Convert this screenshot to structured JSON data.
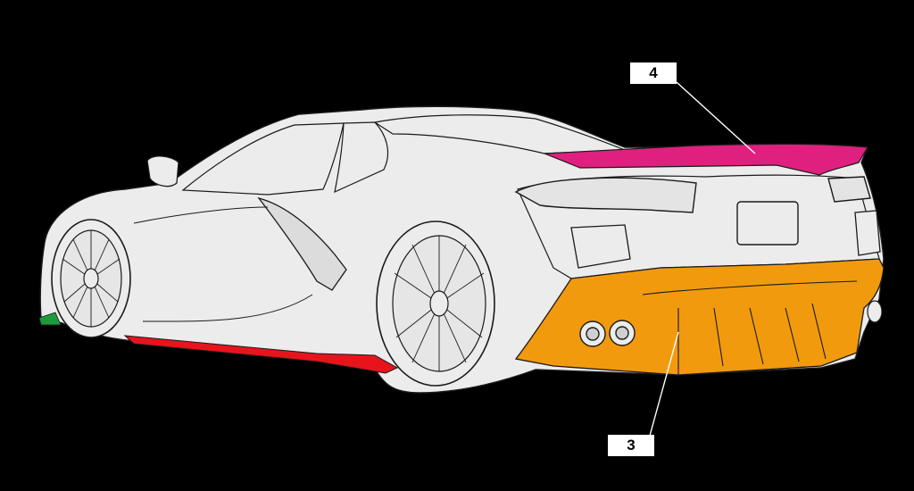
{
  "callouts": {
    "spoiler": {
      "number": "4"
    },
    "diffuser": {
      "number": "3"
    }
  },
  "colors": {
    "background": "#000000",
    "body_fill": "#ececec",
    "outline": "#1a1a1a",
    "spoiler": "#e0207e",
    "diffuser": "#f29a0e",
    "side_skirt": "#e8141c",
    "front_splitter": "#1e9a3c",
    "callout_box": "#ffffff"
  },
  "icons": [
    "car-rear-three-quarter-illustration"
  ]
}
